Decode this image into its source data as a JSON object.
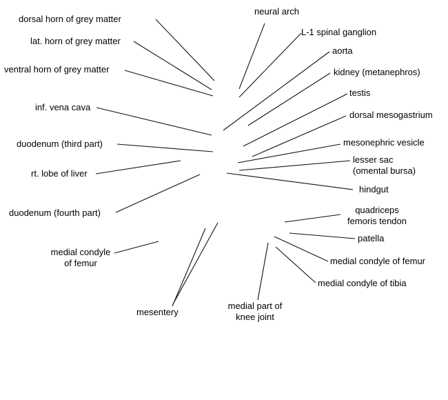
{
  "labels": {
    "dorsal_horn": "dorsal horn of grey matter",
    "lat_horn": "lat. horn of grey matter",
    "ventral_horn": "ventral horn of grey matter",
    "inf_vena_cava": "inf. vena cava",
    "duodenum_third": "duodenum (third part)",
    "rt_lobe_liver": "rt. lobe of liver",
    "duodenum_fourth": "duodenum (fourth part)",
    "medial_condyle_femur_left": "medial condyle\nof femur",
    "mesentery": "mesentery",
    "medial_part_knee": "medial part of\nknee joint",
    "neural_arch": "neural arch",
    "l1_ganglion": "L-1 spinal ganglion",
    "aorta": "aorta",
    "kidney": "kidney (metanephros)",
    "testis": "testis",
    "dorsal_mesogastrium": "dorsal mesogastrium",
    "mesonephric_vesicle": "mesonephric vesicle",
    "lesser_sac": "lesser sac\n(omental bursa)",
    "hindgut": "hindgut",
    "quadriceps_tendon": "quadriceps\nfemoris tendon",
    "patella": "patella",
    "medial_condyle_femur_right": "medial condyle of femur",
    "medial_condyle_tibia": "medial condyle of tibia"
  }
}
